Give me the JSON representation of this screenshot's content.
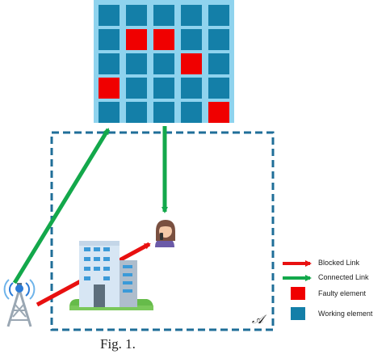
{
  "ris": {
    "grid": [
      [
        "working",
        "working",
        "working",
        "working",
        "working"
      ],
      [
        "working",
        "faulty",
        "faulty",
        "working",
        "working"
      ],
      [
        "working",
        "working",
        "working",
        "faulty",
        "working"
      ],
      [
        "faulty",
        "working",
        "working",
        "working",
        "working"
      ],
      [
        "working",
        "working",
        "working",
        "working",
        "faulty"
      ]
    ]
  },
  "colors": {
    "working": "#147fa8",
    "faulty": "#f00000",
    "panel_bg": "#8fd3ee",
    "blocked": "#e81010",
    "connected": "#13a84b",
    "area_border": "#1f6e98"
  },
  "area_label": "𝒜",
  "legend": {
    "blocked": "Blocked Link",
    "connected": "Connected Link",
    "faulty": "Faulty element",
    "working": "Working element"
  },
  "icons": [
    "base-station-icon",
    "building-icon",
    "user-icon"
  ],
  "caption": "Fig. 1."
}
